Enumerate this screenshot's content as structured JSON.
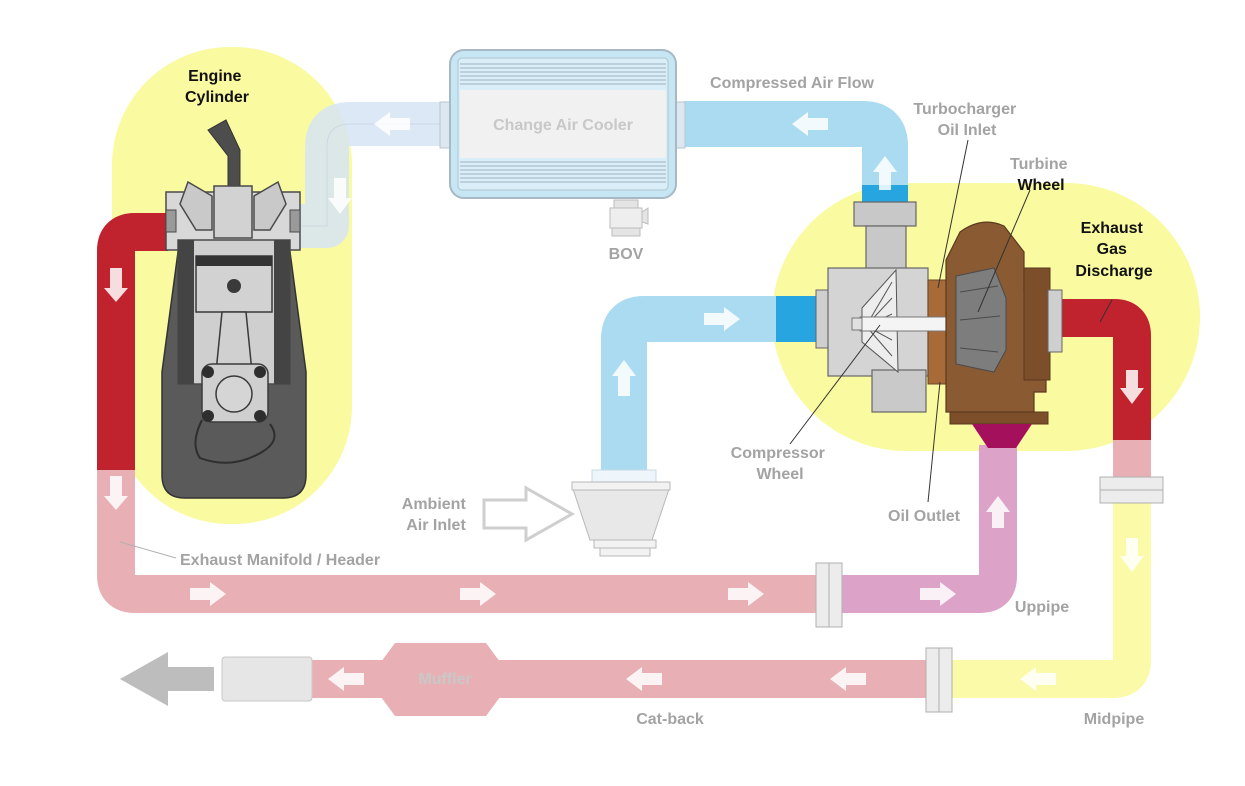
{
  "labels": {
    "engine_cylinder": [
      "Engine",
      "Cylinder"
    ],
    "charge_air_cooler": "Change Air Cooler",
    "compressed_air_flow": "Compressed Air Flow",
    "bov": "BOV",
    "turbocharger_oil_inlet": [
      "Turbocharger",
      "Oil Inlet"
    ],
    "turbine_wheel": [
      "Turbine",
      "Wheel"
    ],
    "exhaust_gas_discharge": [
      "Exhaust",
      "Gas",
      "Discharge"
    ],
    "compressor_wheel": [
      "Compressor",
      "Wheel"
    ],
    "oil_outlet": "Oil Outlet",
    "ambient_air_inlet": [
      "Ambient",
      "Air Inlet"
    ],
    "exhaust_manifold": "Exhaust Manifold / Header",
    "uppipe": "Uppipe",
    "midpipe": "Midpipe",
    "cat_back": "Cat-back",
    "muffler": "Muffler"
  },
  "colors": {
    "highlight": "#fafaa0",
    "hot_exhaust": "#c0222e",
    "exhaust_pipe": "#e8b0b4",
    "uppipe": "#dda2c8",
    "midpipe": "#fafaa8",
    "intake_air": "#abdbf0",
    "intake_faded": "#d6e4f4",
    "compressor_inlet": "#27a5e0",
    "turbine_housing": "#8a5a32",
    "bearing": "#a86b38",
    "wastegate": "#a5105c",
    "label_gray": "#a3a3a3"
  }
}
